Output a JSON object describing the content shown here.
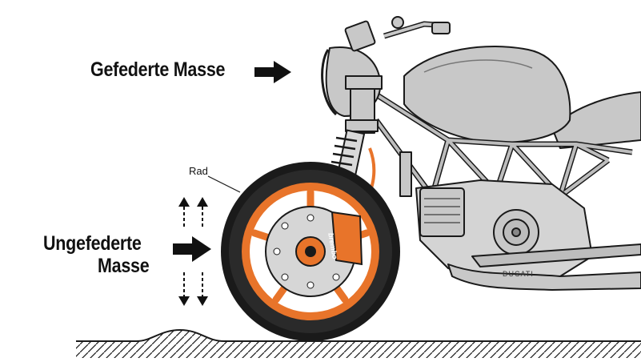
{
  "labels": {
    "sprung_mass": "Gefederte Masse",
    "unsprung_mass_line1": "Ungefederte",
    "unsprung_mass_line2": "Masse",
    "wheel": "Rad",
    "caliper_brand": "brembo",
    "engine_brand": "DUCATI"
  },
  "colors": {
    "wheel_accent": "#e8742a",
    "body_grey": "#c8c8c8",
    "frame_grey": "#bdbdbd",
    "outline": "#1a1a1a"
  },
  "icons": [
    "arrow-right-icon",
    "up-down-arrow-icon"
  ]
}
